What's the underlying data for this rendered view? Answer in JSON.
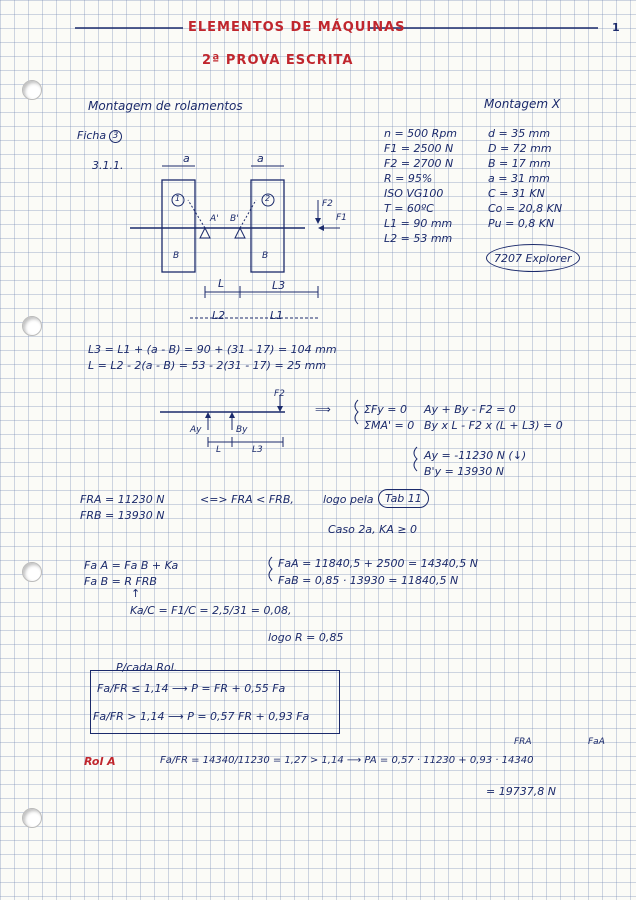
{
  "header": {
    "title": "ELEMENTOS DE MÁQUINAS",
    "subtitle": "2ª PROVA ESCRITA",
    "page_number": "1"
  },
  "section": {
    "heading": "Montagem de rolamentos",
    "montagem": "Montagem X",
    "ficha": "Ficha",
    "ficha_num": "3",
    "exercise": "3.1.1."
  },
  "diagram": {
    "a_left": "a",
    "a_right": "a",
    "circle1": "1",
    "circle2": "2",
    "A": "A'",
    "B": "B'",
    "b_left": "B",
    "b_right": "B",
    "F2": "F2",
    "F1": "F1",
    "L": "L",
    "L3": "L3",
    "L2": "L2",
    "L1": "L1"
  },
  "given_left": [
    "n = 500 Rpm",
    "F1 = 2500 N",
    "F2 = 2700 N",
    "R = 95%",
    "ISO VG100",
    "T = 60ºC",
    "L1 = 90 mm",
    "L2 = 53 mm"
  ],
  "given_right": [
    "d = 35 mm",
    "D = 72 mm",
    "B = 17 mm",
    "a = 31 mm",
    "C = 31 KN",
    "Co = 20,8 KN",
    "Pu = 0,8 KN"
  ],
  "bearing": "7207 Explorer",
  "eq1": "L3 = L1 + (a - B) = 90 + (31 - 17) = 104 mm",
  "eq2": "L = L2 - 2(a - B) = 53 - 2(31 - 17) = 25 mm",
  "fbd": {
    "F2": "F2",
    "Ay": "Ay",
    "By": "By",
    "L": "L",
    "L3": "L3"
  },
  "equilibrium": {
    "sum1": "ΣFy = 0",
    "sum2": "ΣMA' = 0",
    "eq_a": "Ay + By - F2 = 0",
    "eq_b": "By x L - F2 x (L + L3) = 0",
    "res_a": "Ay = -11230 N (↓)",
    "res_b": "B'y = 13930 N"
  },
  "radial": {
    "fra": "FRA = 11230 N",
    "frb": "FRB = 13930 N",
    "relation": "<=> FRA < FRB,",
    "logo": "logo pela",
    "tab": "Tab 11",
    "caso": "Caso 2a, KA ≥ 0"
  },
  "axial": {
    "fa_a": "Fa A = Fa B + Ka",
    "fa_b": "Fa B = R FRB",
    "res_a": "FaA = 11840,5 + 2500 = 14340,5 N",
    "res_b": "FaB = 0,85 · 13930 = 11840,5 N",
    "ratio": "Ka/C = F1/C = 2,5/31 = 0,08,",
    "logo_r": "logo R = 0,85"
  },
  "box": {
    "title": "P/cada Rol.",
    "row1": "Fa/FR ≤ 1,14 ⟶ P = FR + 0,55 Fa",
    "row2": "Fa/FR > 1,14 ⟶ P = 0,57 FR + 0,93 Fa"
  },
  "final": {
    "label": "Rol A",
    "frA": "FRA",
    "faA": "FaA",
    "calc": "Fa/FR = 14340/11230 = 1,27 > 1,14 ⟶ PA = 0,57 · 11230 + 0,93 · 14340",
    "result": "= 19737,8 N"
  }
}
